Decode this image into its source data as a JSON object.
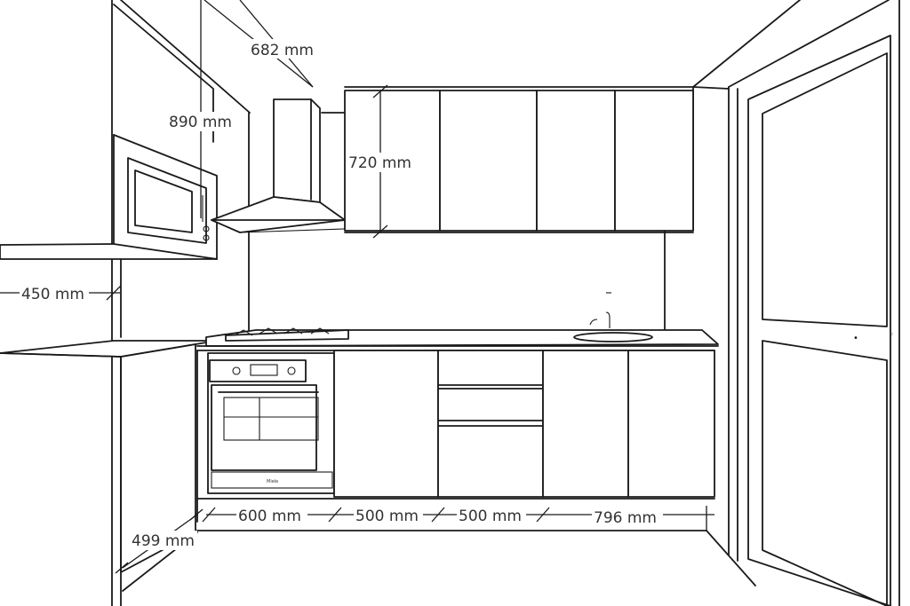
{
  "drawing": {
    "type": "kitchen-elevation-sketch",
    "line_color": "#1a1a1a",
    "label_color": "#333333",
    "background": "#ffffff"
  },
  "dimensions": {
    "wall_cabinet_depth": "682 mm",
    "tall_cabinet_upper_height": "890 mm",
    "wall_cabinet_height": "720 mm",
    "counter_overhang": "450 mm",
    "oven_cabinet_width": "600 mm",
    "base_cabinet_width": "500 mm",
    "drawer_cabinet_width": "500 mm",
    "sink_cabinet_width": "796 mm",
    "side_return_width": "499 mm"
  },
  "appliances": {
    "oven_brand": "Miele",
    "items": [
      "microwave",
      "range-hood",
      "gas-hob",
      "oven",
      "sink"
    ]
  }
}
